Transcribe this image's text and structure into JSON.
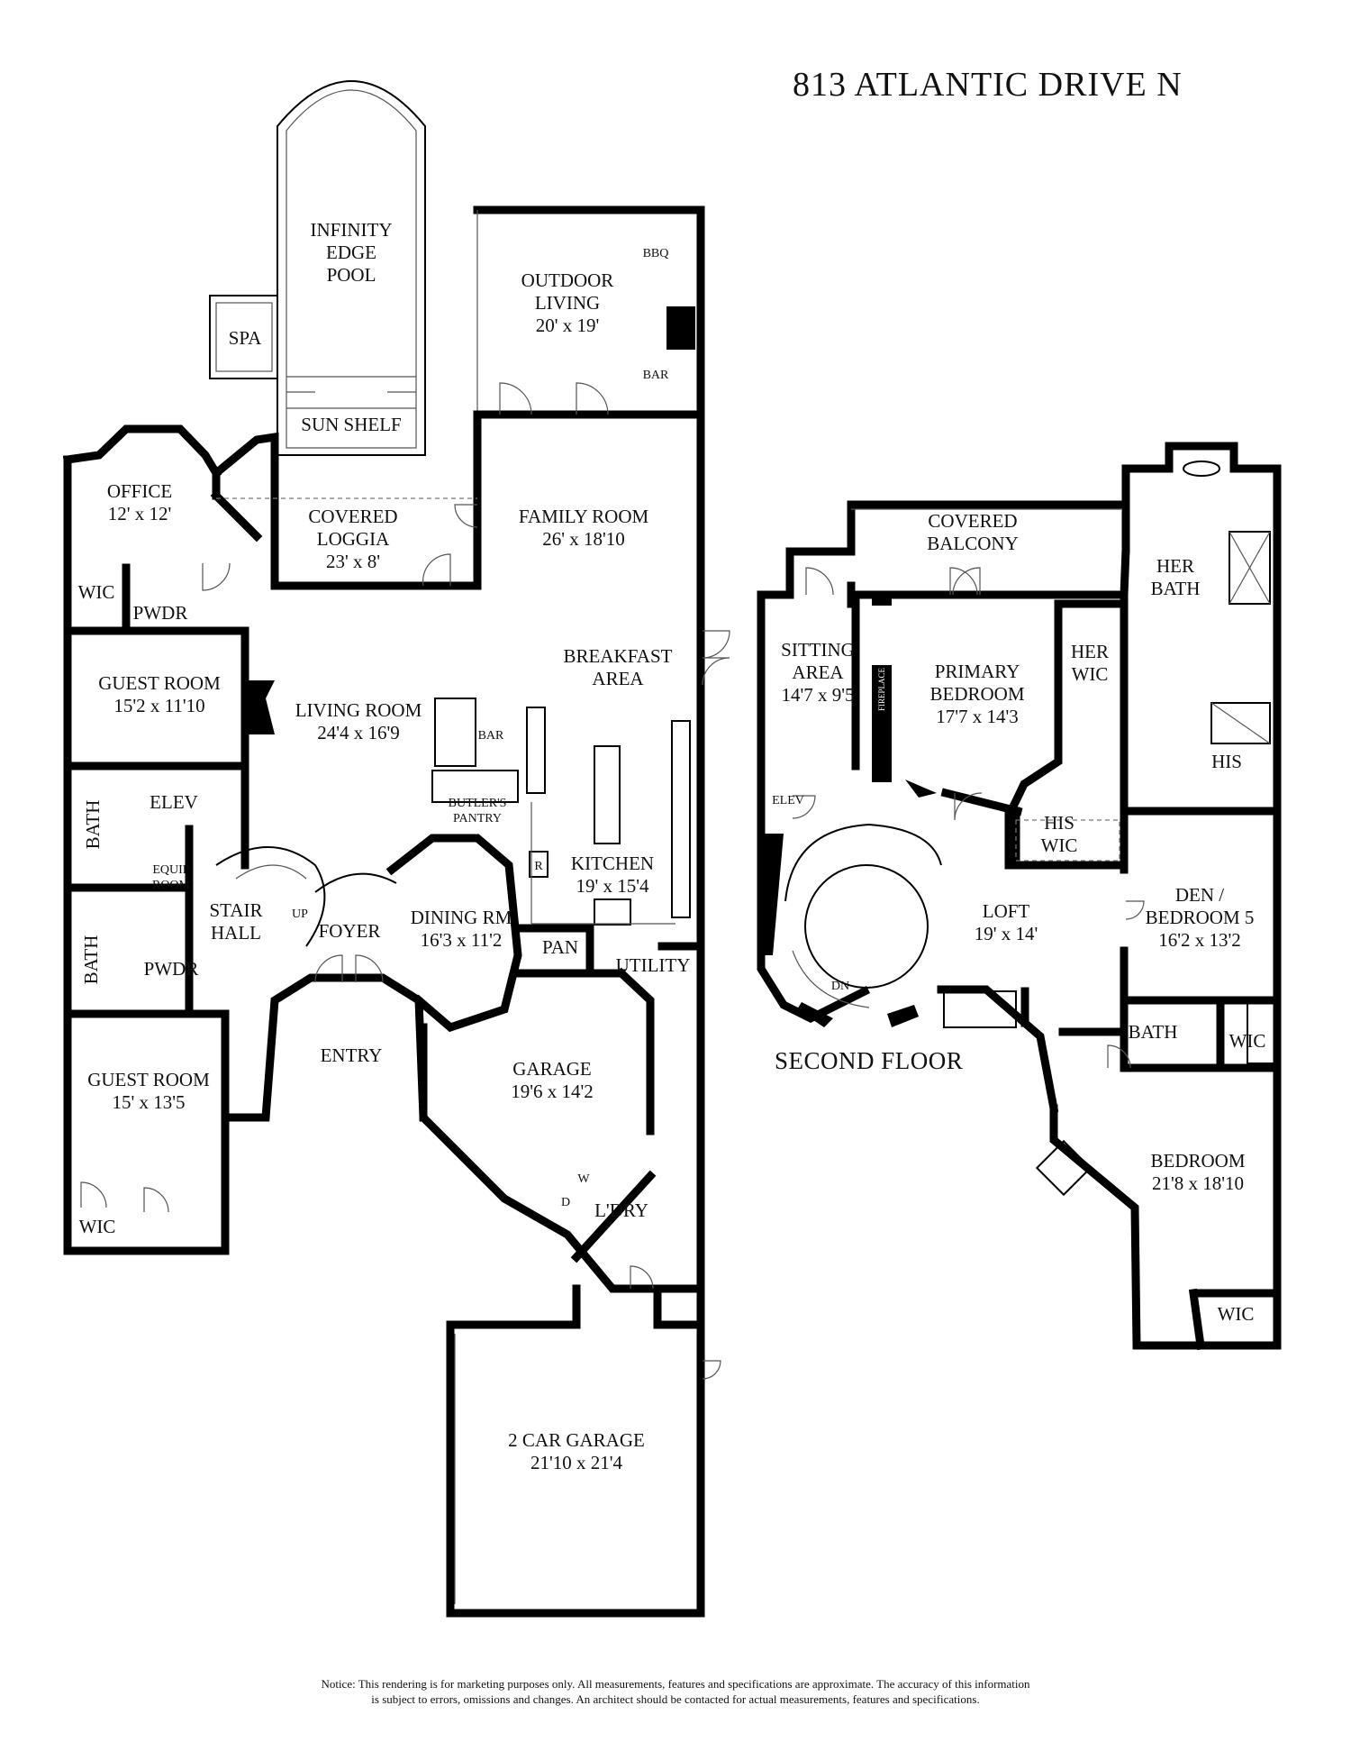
{
  "header": {
    "address": "813 ATLANTIC DRIVE N"
  },
  "second_floor_label": "SECOND FLOOR",
  "notice": {
    "line1": "Notice: This rendering is for marketing purposes only. All measurements, features and specifications are approximate. The accuracy of this information",
    "line2": "is subject to errors, omissions and changes. An architect should be contacted for actual measurements, features and specifications."
  },
  "first_floor": {
    "pool": {
      "line1": "INFINITY",
      "line2": "EDGE",
      "line3": "POOL"
    },
    "spa": "SPA",
    "sun_shelf": "SUN SHELF",
    "outdoor_living": {
      "line1": "OUTDOOR",
      "line2": "LIVING",
      "dims": "20' x 19'"
    },
    "bbq": "BBQ",
    "outdoor_bar": "BAR",
    "office": {
      "name": "OFFICE",
      "dims": "12' x 12'"
    },
    "covered_loggia": {
      "line1": "COVERED",
      "line2": "LOGGIA",
      "dims": "23' x 8'"
    },
    "family_room": {
      "name": "FAMILY ROOM",
      "dims": "26' x 18'10"
    },
    "wic_top": "WIC",
    "pwdr_top": "PWDR",
    "breakfast": {
      "line1": "BREAKFAST",
      "line2": "AREA"
    },
    "guest_room_1": {
      "name": "GUEST ROOM",
      "dims": "15'2 x 11'10"
    },
    "living_room": {
      "name": "LIVING ROOM",
      "dims": "24'4 x 16'9"
    },
    "bar": "BAR",
    "butlers_pantry": {
      "line1": "BUTLER'S",
      "line2": "PANTRY"
    },
    "bath_1": "BATH",
    "elev": "ELEV",
    "equip_room": {
      "line1": "EQUIP",
      "line2": "ROOM"
    },
    "kitchen": {
      "name": "KITCHEN",
      "dims": "19' x 15'4"
    },
    "fridge": "R",
    "stair_hall": {
      "line1": "STAIR",
      "line2": "HALL"
    },
    "up": "UP",
    "foyer": "FOYER",
    "dining_rm": {
      "name": "DINING RM",
      "dims": "16'3 x 11'2"
    },
    "bath_2": "BATH",
    "pwdr_bottom": "PWDR",
    "pan": "PAN",
    "utility": "UTILITY",
    "entry": "ENTRY",
    "garage": {
      "name": "GARAGE",
      "dims": "19'6 x 14'2"
    },
    "guest_room_2": {
      "name": "GUEST ROOM",
      "dims": "15' x 13'5"
    },
    "washer": "W",
    "dryer": "D",
    "laundry": "L'DRY",
    "wic_bottom": "WIC",
    "car_garage": {
      "name": "2 CAR GARAGE",
      "dims": "21'10 x 21'4"
    }
  },
  "second_floor": {
    "covered_balcony": {
      "line1": "COVERED",
      "line2": "BALCONY"
    },
    "her_bath": {
      "line1": "HER",
      "line2": "BATH"
    },
    "sitting_area": {
      "line1": "SITTING",
      "line2": "AREA",
      "dims": "14'7 x 9'5"
    },
    "fireplace": "FIREPLACE",
    "primary_bedroom": {
      "line1": "PRIMARY",
      "line2": "BEDROOM",
      "dims": "17'7 x 14'3"
    },
    "her_wic": {
      "line1": "HER",
      "line2": "WIC"
    },
    "his": "HIS",
    "elev": "ELEV",
    "his_wic": {
      "line1": "HIS",
      "line2": "WIC"
    },
    "loft": {
      "name": "LOFT",
      "dims": "19' x 14'"
    },
    "den": {
      "line1": "DEN /",
      "line2": "BEDROOM 5",
      "dims": "16'2 x 13'2"
    },
    "dn": "DN",
    "bath": "BATH",
    "wic_1": "WIC",
    "bedroom": {
      "name": "BEDROOM",
      "dims": "21'8 x 18'10"
    },
    "wic_2": "WIC"
  }
}
